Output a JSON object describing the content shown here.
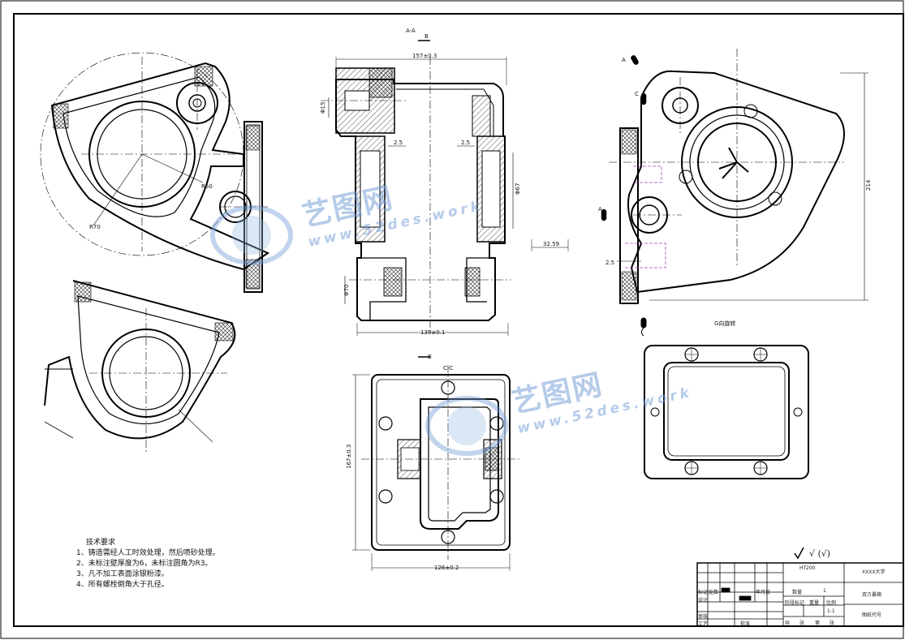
{
  "views": {
    "section_aa": "A-A",
    "section_cc": "C-C",
    "view_g": "G向旋转",
    "marker_a": "A",
    "marker_b": "B",
    "marker_c": "C"
  },
  "dimensions": {
    "top_width": "157±0.3",
    "bottom_width": "139±0.1",
    "bore_dia": "Φ67",
    "left_dia": "Φ15",
    "lower_dia": "Φ70",
    "wall_1": "2.5",
    "wall_2": "2.5",
    "offset": "32.59",
    "height_right": "214",
    "cc_width": "126±0.2",
    "cc_height": "167±0.3",
    "radius_r70": "R70",
    "radius_r50": "R50",
    "wall_right": "2.5"
  },
  "tech_notes": {
    "title": "技术要求",
    "items": [
      "1、铸造需经人工时效处理，然后喷砂处理。",
      "2、未标注壁厚度为6，未标注圆角为R3。",
      "3、凡不加工表面涂银粉漆。",
      "4、所有螺栓倒角大于孔径。"
    ]
  },
  "surface_symbol": "√ (√)",
  "title_block": {
    "material": "HT200",
    "school": "XXXX大学",
    "part_name": "双方暴箱",
    "drawing_no": "图纸代号",
    "qty_label": "数量",
    "qty_value": "1",
    "weight_label": "重量",
    "scale_label": "比例",
    "scale_value": "1:1",
    "stage_label": "阶段标记",
    "sheets_label": "共",
    "sheet_label": "第",
    "sheets_unit": "张",
    "design_label": "设计",
    "check_label": "审核",
    "process_label": "工艺",
    "approve_label": "批准",
    "mark_label": "标记",
    "count_label": "处数",
    "date_label": "年月日"
  },
  "watermark": {
    "cn": "艺图网",
    "url": "www.52des.work"
  }
}
